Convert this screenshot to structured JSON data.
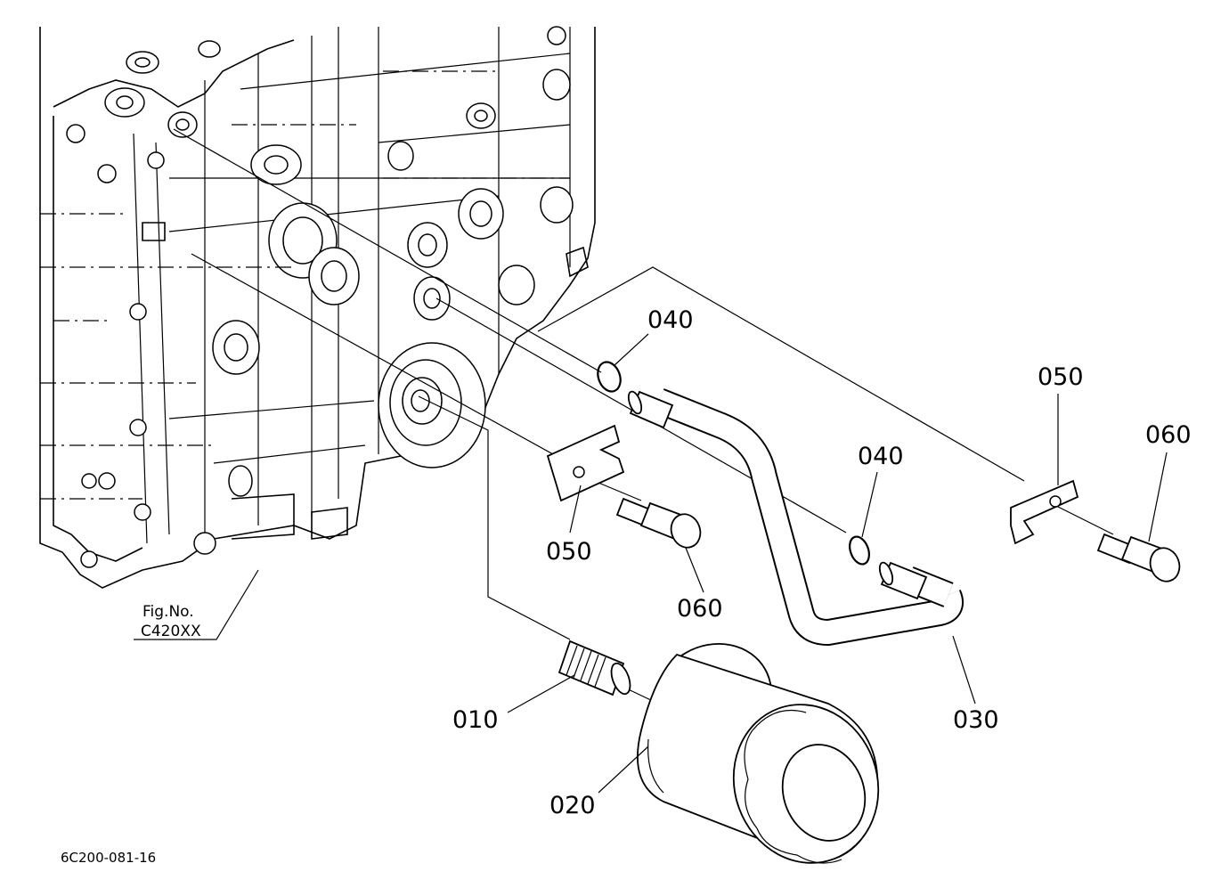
{
  "diagram": {
    "callouts": {
      "c010": "010",
      "c020": "020",
      "c030": "030",
      "c040a": "040",
      "c040b": "040",
      "c050a": "050",
      "c050b": "050",
      "c060a": "060",
      "c060b": "060"
    },
    "fig_ref": {
      "line1": "Fig.No.",
      "line2": "C420XX"
    },
    "drawing_code": "6C200-081-16"
  }
}
